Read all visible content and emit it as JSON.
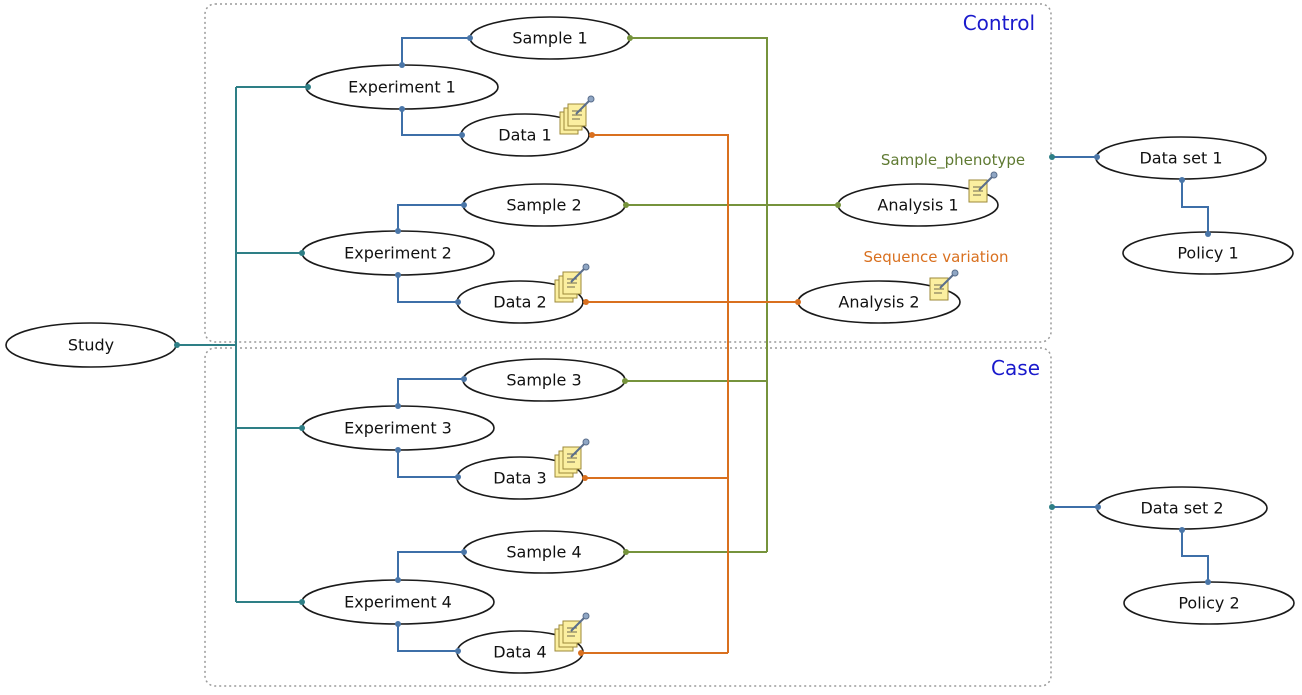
{
  "groups": {
    "control": {
      "title": "Control"
    },
    "case": {
      "title": "Case"
    }
  },
  "annotations": {
    "sample_phenotype": "Sample_phenotype",
    "sequence_variation": "Sequence variation"
  },
  "nodes": {
    "study": "Study",
    "exp1": "Experiment 1",
    "exp2": "Experiment 2",
    "exp3": "Experiment 3",
    "exp4": "Experiment 4",
    "sample1": "Sample 1",
    "sample2": "Sample 2",
    "sample3": "Sample 3",
    "sample4": "Sample 4",
    "data1": "Data 1",
    "data2": "Data 2",
    "data3": "Data 3",
    "data4": "Data 4",
    "analysis1": "Analysis 1",
    "analysis2": "Analysis 2",
    "dataset1": "Data set 1",
    "dataset2": "Data set 2",
    "policy1": "Policy 1",
    "policy2": "Policy 2"
  },
  "colors": {
    "teal": "#2e7f86",
    "blue": "#3e6fa8",
    "green": "#76933c",
    "orange": "#d9701f",
    "group_title": "#1a1acc",
    "phenotype_text": "#5f7a32",
    "variation_text": "#d9701f",
    "dot": "#4a76a8"
  },
  "icons": {
    "data": "file-stack-icon",
    "analysis": "file-icon"
  }
}
